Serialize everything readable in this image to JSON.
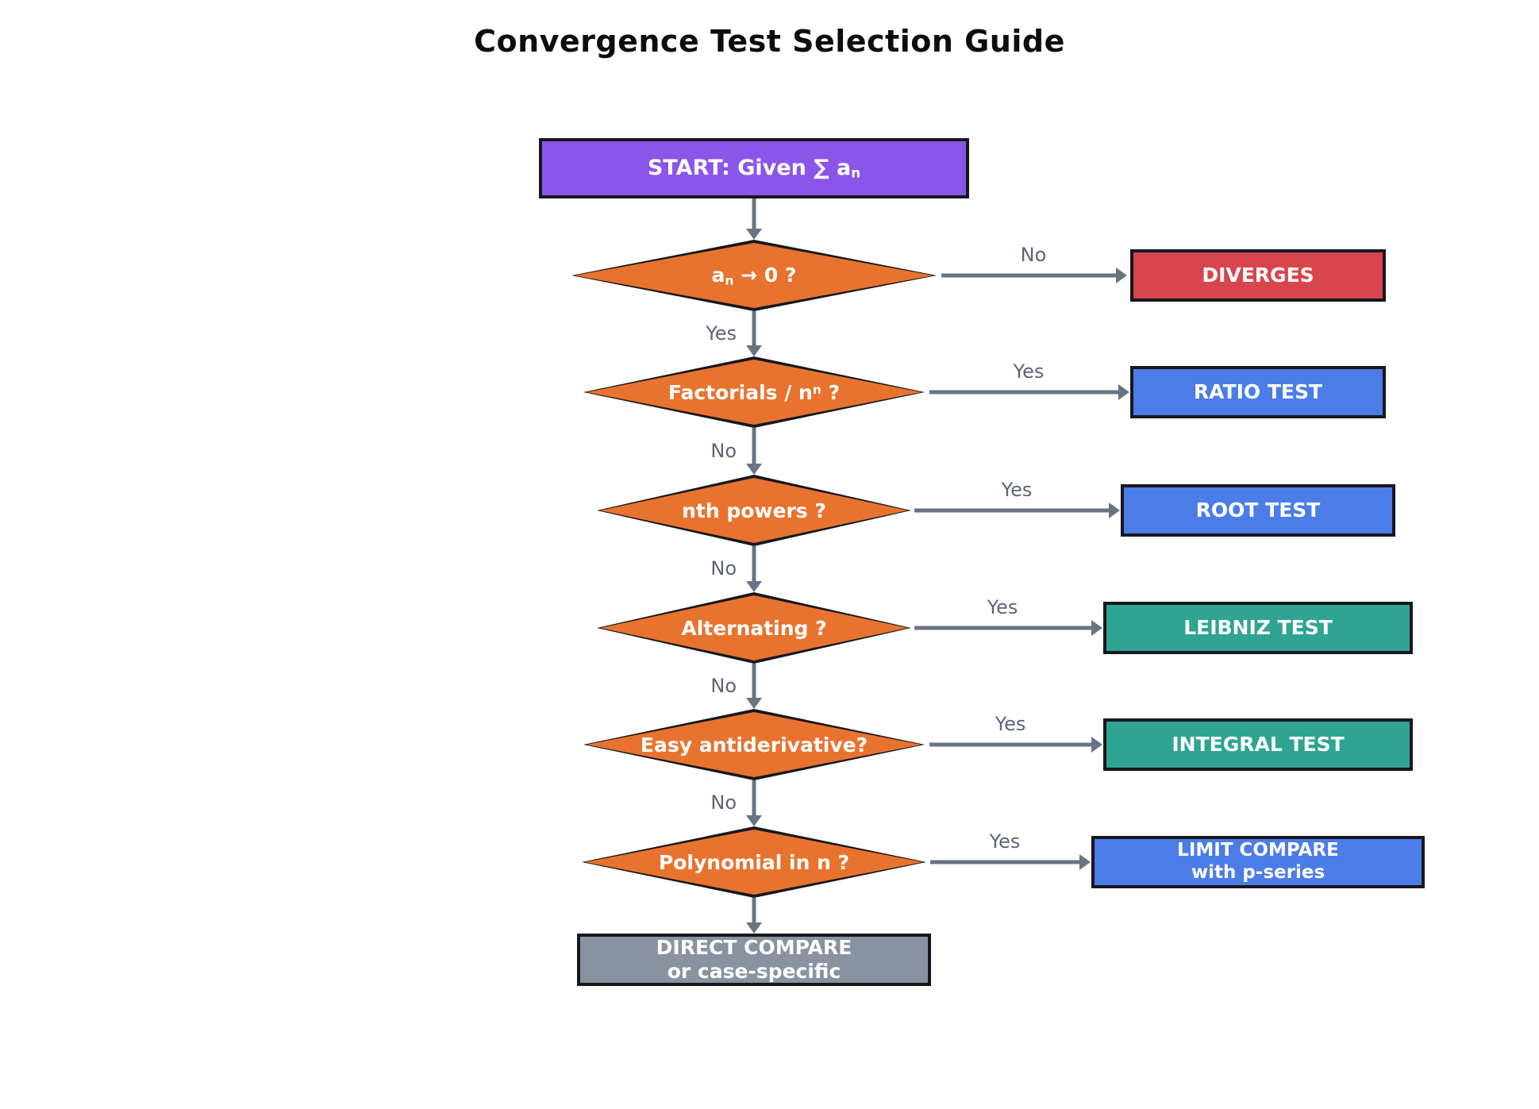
{
  "title": "Convergence Test Selection Guide",
  "colors": {
    "purple": "#8B55EA",
    "orange": "#E8732E",
    "red": "#D9454C",
    "blue": "#4B7CE8",
    "teal": "#2FA492",
    "gray": "#8A92A1",
    "border": "#17171F",
    "arrow": "#6A7383",
    "label": "#5C6575",
    "title_text": "#0D0D0D",
    "shape_text": "#FFFFFF"
  },
  "flow": {
    "start": {
      "segments": [
        {
          "t": "START: Given ∑ a"
        },
        {
          "t": "n",
          "sub": true
        }
      ],
      "color": "#8B55EA"
    },
    "rows": [
      {
        "question": [
          {
            "t": "a"
          },
          {
            "t": "n",
            "sub": true
          },
          {
            "t": " → 0 ?"
          }
        ],
        "branch_label": "No",
        "next_label": "Yes",
        "result": {
          "lines": [
            "DIVERGES"
          ],
          "color": "#D9454C"
        }
      },
      {
        "question": [
          {
            "t": "Factorials / n"
          },
          {
            "t": "n",
            "sup": true
          },
          {
            "t": " ?"
          }
        ],
        "branch_label": "Yes",
        "next_label": "No",
        "result": {
          "lines": [
            "RATIO TEST"
          ],
          "color": "#4B7CE8"
        }
      },
      {
        "question": [
          {
            "t": "nth powers ?"
          }
        ],
        "branch_label": "Yes",
        "next_label": "No",
        "result": {
          "lines": [
            "ROOT TEST"
          ],
          "color": "#4B7CE8"
        }
      },
      {
        "question": [
          {
            "t": "Alternating ?"
          }
        ],
        "branch_label": "Yes",
        "next_label": "No",
        "result": {
          "lines": [
            "LEIBNIZ TEST"
          ],
          "color": "#2FA492"
        }
      },
      {
        "question": [
          {
            "t": "Easy antiderivative?"
          }
        ],
        "branch_label": "Yes",
        "next_label": "No",
        "result": {
          "lines": [
            "INTEGRAL TEST"
          ],
          "color": "#2FA492"
        }
      },
      {
        "question": [
          {
            "t": "Polynomial in n ?"
          }
        ],
        "branch_label": "Yes",
        "next_label": "",
        "result": {
          "lines": [
            "LIMIT COMPARE",
            "with p-series"
          ],
          "color": "#4B7CE8"
        }
      }
    ],
    "end": {
      "lines": [
        "DIRECT COMPARE",
        "or case-specific"
      ],
      "color": "#8A92A1"
    }
  }
}
